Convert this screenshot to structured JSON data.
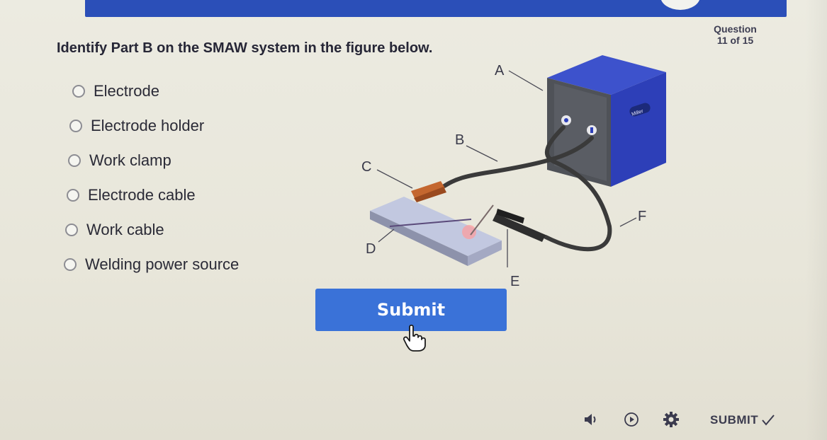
{
  "header": {
    "counter_label": "Question",
    "counter_value": "11 of 15"
  },
  "question": {
    "text": "Identify Part B on the SMAW system in the figure below."
  },
  "options": [
    "Electrode",
    "Electrode holder",
    "Work clamp",
    "Electrode cable",
    "Work cable",
    "Welding power source"
  ],
  "figure": {
    "labels": [
      "A",
      "B",
      "C",
      "D",
      "E",
      "F"
    ],
    "brand": "Miller",
    "colors": {
      "machine": "#2d3fb8",
      "cable": "#3b3b3b",
      "plate": "#b9bfd8",
      "clamp": "#c4672f"
    }
  },
  "submit_button": {
    "label": "Submit"
  },
  "footer": {
    "submit_label": "SUBMIT",
    "icons": [
      "audio-icon",
      "play-icon",
      "gear-icon",
      "checkmark-icon"
    ]
  },
  "colors": {
    "top_bar": "#2b4fb8",
    "button": "#3a72d8"
  }
}
